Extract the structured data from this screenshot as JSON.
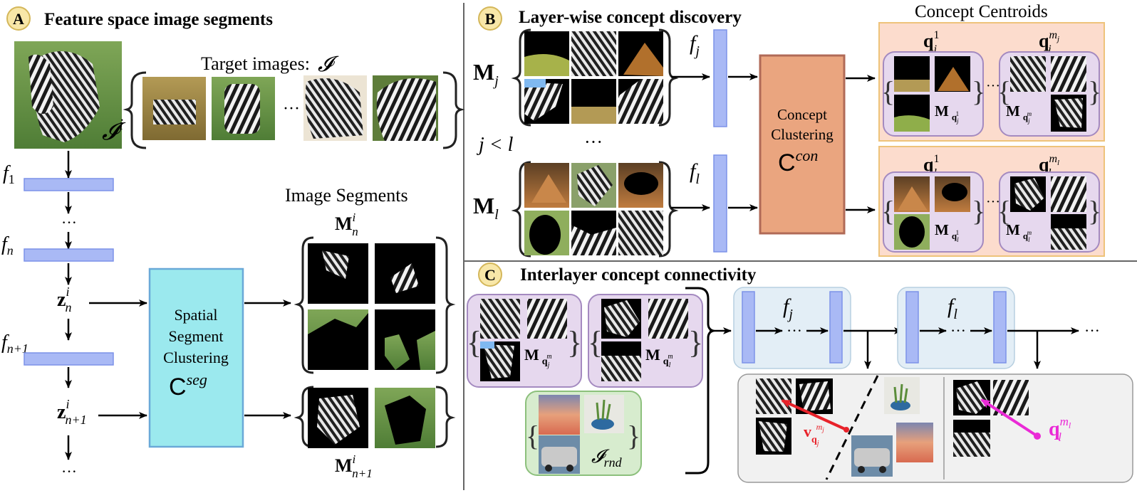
{
  "panels": {
    "A": {
      "badge": "A",
      "title": "Feature space image segments"
    },
    "B": {
      "badge": "B",
      "title": "Layer-wise concept discovery"
    },
    "C": {
      "badge": "C",
      "title": "Interlayer concept connectivity"
    }
  },
  "panelA": {
    "target_images_label": "Target images:",
    "target_images_symbol": "𝓘",
    "image_symbol": "𝓘",
    "image_superscript": "i",
    "layers": {
      "f1": {
        "base": "f",
        "sub": "1"
      },
      "fn": {
        "base": "f",
        "sub": "n"
      },
      "fn1": {
        "base": "f",
        "sub": "n+1"
      }
    },
    "z_n": {
      "base": "z",
      "sup": "i",
      "sub": "n"
    },
    "z_n1": {
      "base": "z",
      "sup": "i",
      "sub": "n+1"
    },
    "ellipsis": "···",
    "ellipsis_images": "···",
    "clustering_box": {
      "line1": "Spatial",
      "line2": "Segment",
      "line3": "Clustering",
      "symbol": "C",
      "symbol_sup": "seg"
    },
    "segments_title": "Image Segments",
    "M_n": {
      "base": "M",
      "sup": "i",
      "sub": "n"
    },
    "M_n1": {
      "base": "M",
      "sup": "i",
      "sub": "n+1"
    }
  },
  "panelB": {
    "Mj": {
      "base": "M",
      "sub": "j"
    },
    "Ml": {
      "base": "M",
      "sub": "l"
    },
    "relation": "j < l",
    "dots": "···",
    "fj": {
      "base": "f",
      "sub": "j"
    },
    "fl": {
      "base": "f",
      "sub": "l"
    },
    "clustering_box": {
      "line1": "Concept",
      "line2": "Clustering",
      "symbol": "C",
      "symbol_sup": "con"
    },
    "centroids_title": "Concept Centroids",
    "q_j1": {
      "base": "q",
      "sup": "1",
      "sub": "j"
    },
    "q_jm": {
      "base": "q",
      "sup": "m",
      "supsub": "j",
      "sub": "j"
    },
    "q_l1": {
      "base": "q",
      "sup": "1",
      "sub": "l"
    },
    "q_lm": {
      "base": "q",
      "sup": "m",
      "supsub": "l",
      "sub": "l"
    },
    "cell_M": "M",
    "cell_q_j1": {
      "base": "q",
      "sub": "j",
      "sup": "1"
    },
    "cell_q_jm": {
      "base": "q",
      "sub": "j",
      "sup": "m",
      "supsub": "j"
    },
    "cell_q_l1": {
      "base": "q",
      "sub": "l",
      "sup": "1"
    },
    "cell_q_lm": {
      "base": "q",
      "sub": "l",
      "sup": "m",
      "supsub": "l"
    },
    "group_dots": "···"
  },
  "panelC": {
    "cell_M": "M",
    "q_jm": {
      "base": "q",
      "sub": "j",
      "sup": "m",
      "supsub": "j"
    },
    "q_lm": {
      "base": "q",
      "sub": "l",
      "sup": "m",
      "supsub": "l"
    },
    "rnd": {
      "base": "𝓘",
      "sub": "rnd"
    },
    "fj": {
      "base": "f",
      "sub": "j"
    },
    "fl": {
      "base": "f",
      "sub": "l"
    },
    "dots": "···",
    "v_label": {
      "base": "v",
      "sub": "q",
      "subsub": "j",
      "sup": "m",
      "supsub": "j"
    },
    "q_label": {
      "base": "q",
      "sub": "l",
      "sup": "m",
      "supsub": "l"
    }
  },
  "colors": {
    "layer_blue": "#a9b9f5",
    "layer_blue_stroke": "#7c92e8",
    "seg_cyan": "#9be9ee",
    "seg_cyan_stroke": "#6aa9d8",
    "concept_orange": "#eaa57f",
    "concept_orange_stroke": "#b06a57",
    "centroid_bg": "#fcdccd",
    "centroid_border": "#eec37a",
    "group_purple": "#e6d8ee",
    "group_purple_stroke": "#a48ac0",
    "rnd_green": "#d7ecce",
    "rnd_green_stroke": "#8cc07c",
    "net_bg": "#e3eef6",
    "gray_panel": "#f1f1f1",
    "vector_red": "#e8222a",
    "vector_magenta": "#ea2ad6",
    "badge_fill": "#f8e7a8"
  }
}
